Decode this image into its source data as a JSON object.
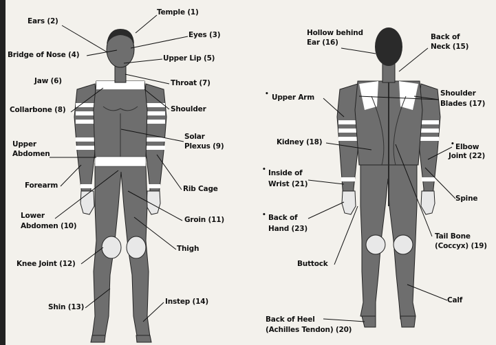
{
  "front": {
    "temple": "Temple (1)",
    "ears": "Ears (2)",
    "eyes": "Eyes (3)",
    "bridge_of_nose": "Bridge of Nose (4)",
    "upper_lip": "Upper Lip (5)",
    "jaw": "Jaw (6)",
    "throat": "Throat (7)",
    "collarbone": "Collarbone (8)",
    "shoulder": "Shoulder",
    "solar_plexus_1": "Solar",
    "solar_plexus_2": "Plexus (9)",
    "upper_abdomen_1": "Upper",
    "upper_abdomen_2": "Abdomen",
    "forearm": "Forearm",
    "rib_cage": "Rib Cage",
    "lower_abdomen_1": "Lower",
    "lower_abdomen_2": "Abdomen (10)",
    "groin": "Groin (11)",
    "thigh": "Thigh",
    "knee_joint": "Knee Joint (12)",
    "instep": "Instep (14)",
    "shin": "Shin (13)"
  },
  "back": {
    "hollow_behind_ear_1": "Hollow behind",
    "hollow_behind_ear_2": "Ear (16)",
    "back_of_neck_1": "Back of",
    "back_of_neck_2": "Neck (15)",
    "upper_arm": "Upper Arm",
    "shoulder_blades_1": "Shoulder",
    "shoulder_blades_2": "Blades (17)",
    "kidney": "Kidney (18)",
    "elbow_joint_1": "Elbow",
    "elbow_joint_2": "Joint (22)",
    "inside_of_wrist_1": "Inside of",
    "inside_of_wrist_2": "Wrist (21)",
    "spine": "Spine",
    "back_of_hand_1": "Back of",
    "back_of_hand_2": "Hand (23)",
    "tail_bone_1": "Tail Bone",
    "tail_bone_2": "(Coccyx) (19)",
    "buttock": "Buttock",
    "calf": "Calf",
    "back_of_heel_1": "Back of Heel",
    "back_of_heel_2": "(Achilles Tendon) (20)"
  },
  "colors": {
    "body": "#6e6e6e",
    "body_dark": "#3c3c3c",
    "band": "#ffffff",
    "background": "#f3f1ec",
    "hair": "#2a2a2a"
  }
}
